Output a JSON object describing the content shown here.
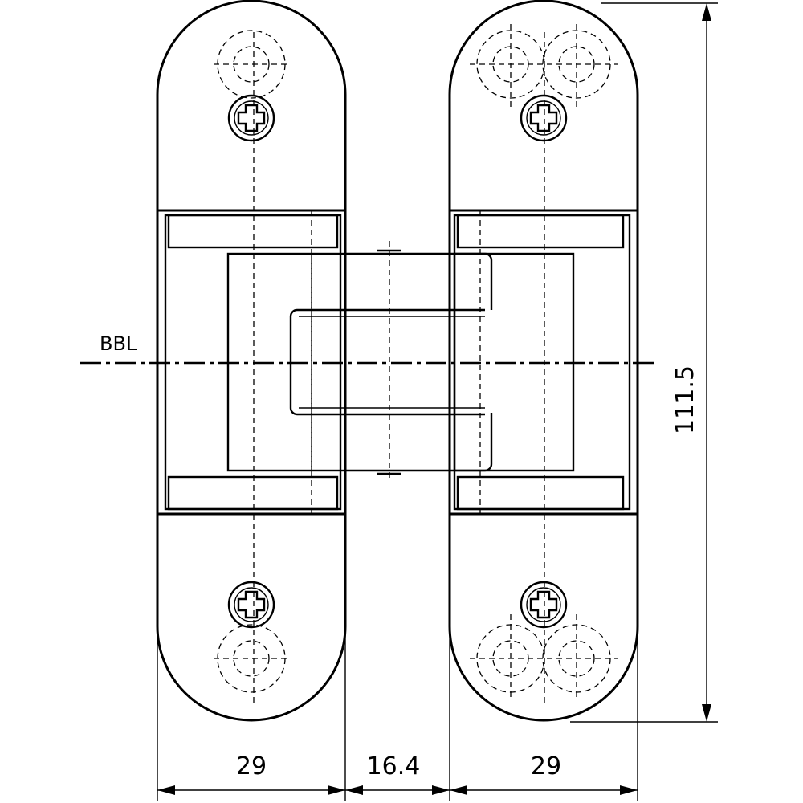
{
  "labels": {
    "bbl": "BBL",
    "height": "111.5",
    "width_left": "29",
    "width_middle": "16.4",
    "width_right": "29"
  }
}
